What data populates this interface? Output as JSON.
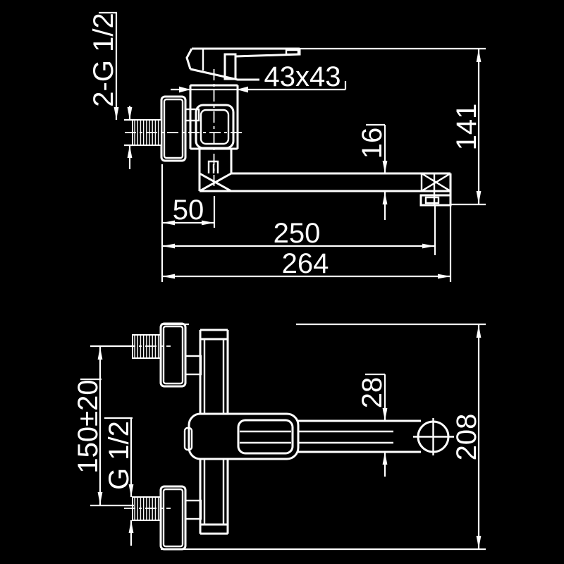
{
  "drawing": {
    "type": "technical-dimension-drawing",
    "subject": "wall-mounted single-lever faucet with swivel spout",
    "background_color": "#000000",
    "line_color": "#ffffff",
    "views": {
      "top_view": "side elevation",
      "bottom_view": "plan view"
    },
    "dimensions": {
      "thread_label_top": "2-G 1/2",
      "body_size": "43x43",
      "spout_tube_height": "16",
      "overall_height": "141",
      "wall_to_spout_start": "50",
      "spout_reach": "250",
      "overall_reach": "264",
      "inlet_spacing": "150±20",
      "thread_label_bottom": "G 1/2",
      "spout_tube_width": "28",
      "overall_width": "208"
    }
  }
}
